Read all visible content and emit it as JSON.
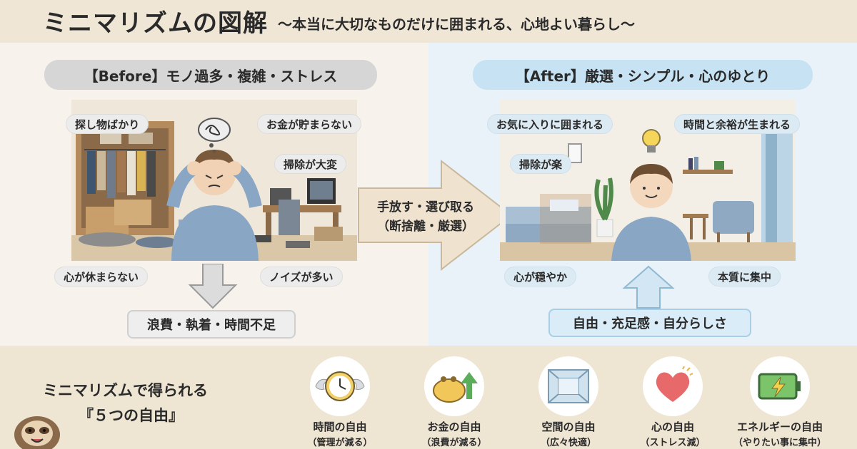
{
  "header": {
    "title": "ミニマリズムの図解",
    "subtitle": "〜本当に大切なものだけに囲まれる、心地よい暮らし〜"
  },
  "before": {
    "heading": "【Before】モノ過多・複雑・ストレス",
    "tags": [
      "探し物ばかり",
      "お金が貯まらない",
      "掃除が大変",
      "心が休まらない",
      "ノイズが多い"
    ],
    "result": "浪費・執着・時間不足"
  },
  "center": {
    "line1": "手放す・選び取る",
    "line2": "（断捨離・厳選）"
  },
  "after": {
    "heading": "【After】厳選・シンプル・心のゆとり",
    "tags": [
      "お気に入りに囲まれる",
      "時間と余裕が生まれる",
      "掃除が楽",
      "心が穏やか",
      "本質に集中"
    ],
    "result": "自由・充足感・自分らしさ"
  },
  "bottom": {
    "title_line1": "ミニマリズムで得られる",
    "title_line2": "『５つの自由』",
    "items": [
      {
        "name": "時間の自由",
        "desc": "（管理が減る）",
        "icon": "winged-clock-icon"
      },
      {
        "name": "お金の自由",
        "desc": "（浪費が減る）",
        "icon": "wallet-up-arrow-icon"
      },
      {
        "name": "空間の自由",
        "desc": "（広々快適）",
        "icon": "empty-room-icon"
      },
      {
        "name": "心の自由",
        "desc": "（ストレス減）",
        "icon": "heart-icon"
      },
      {
        "name": "エネルギーの自由",
        "desc": "（やりたい事に集中）",
        "icon": "battery-charging-icon"
      }
    ]
  },
  "colors": {
    "before_panel": "#f7f3ec",
    "after_panel": "#e8f2f8",
    "before_header": "#d6d6d6",
    "after_header": "#c7e3f3",
    "bottom_band": "#efe5d3"
  }
}
